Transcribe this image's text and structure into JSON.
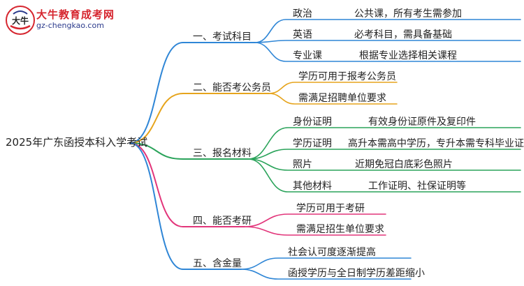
{
  "logo": {
    "name": "大牛教育成考网",
    "url": "gz-chengkao.com",
    "mark": "大牛"
  },
  "root": "2025年广东函授本科入学考试",
  "colors": {
    "b1": "#2f86d6",
    "b2": "#e6a41c",
    "b3": "#2aa35a",
    "b4": "#e2357a",
    "b5": "#2f86d6"
  },
  "branches": [
    {
      "label": "一、考试科目",
      "items": [
        {
          "key": "政治",
          "value": "公共课，所有考生需参加"
        },
        {
          "key": "英语",
          "value": "必考科目，需具备基础"
        },
        {
          "key": "专业课",
          "value": "根据专业选择相关课程"
        }
      ]
    },
    {
      "label": "二、能否考公务员",
      "items": [
        {
          "key": "学历可用于报考公务员"
        },
        {
          "key": "需满足招聘单位要求"
        }
      ]
    },
    {
      "label": "三、报名材料",
      "items": [
        {
          "key": "身份证明",
          "value": "有效身份证原件及复印件"
        },
        {
          "key": "学历证明",
          "value": "高升本需高中学历，专升本需专科毕业证"
        },
        {
          "key": "照片",
          "value": "近期免冠白底彩色照片"
        },
        {
          "key": "其他材料",
          "value": "工作证明、社保证明等"
        }
      ]
    },
    {
      "label": "四、能否考研",
      "items": [
        {
          "key": "学历可用于考研"
        },
        {
          "key": "需满足招生单位要求"
        }
      ]
    },
    {
      "label": "五、含金量",
      "items": [
        {
          "key": "社会认可度逐渐提高"
        },
        {
          "key": "函授学历与全日制学历差距缩小"
        }
      ]
    }
  ]
}
